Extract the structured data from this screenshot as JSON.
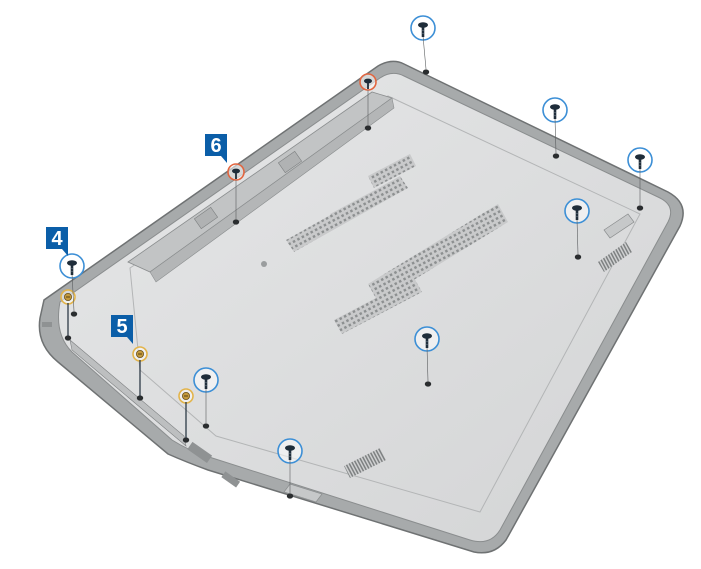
{
  "figure": {
    "callouts": [
      {
        "label": "4"
      },
      {
        "label": "5"
      },
      {
        "label": "6"
      }
    ]
  },
  "colors": {
    "callout": "#0b5ea8",
    "blue_ring": "#3c8fd6",
    "orange_ring": "#e2653f",
    "yellow_ring": "#e3b44a",
    "chassis": "#d9dadb",
    "chassis_edge": "#7e8182",
    "screw": "#1f2d3a"
  },
  "screws": {
    "blue": 8,
    "orange": 2,
    "yellow": 3
  }
}
